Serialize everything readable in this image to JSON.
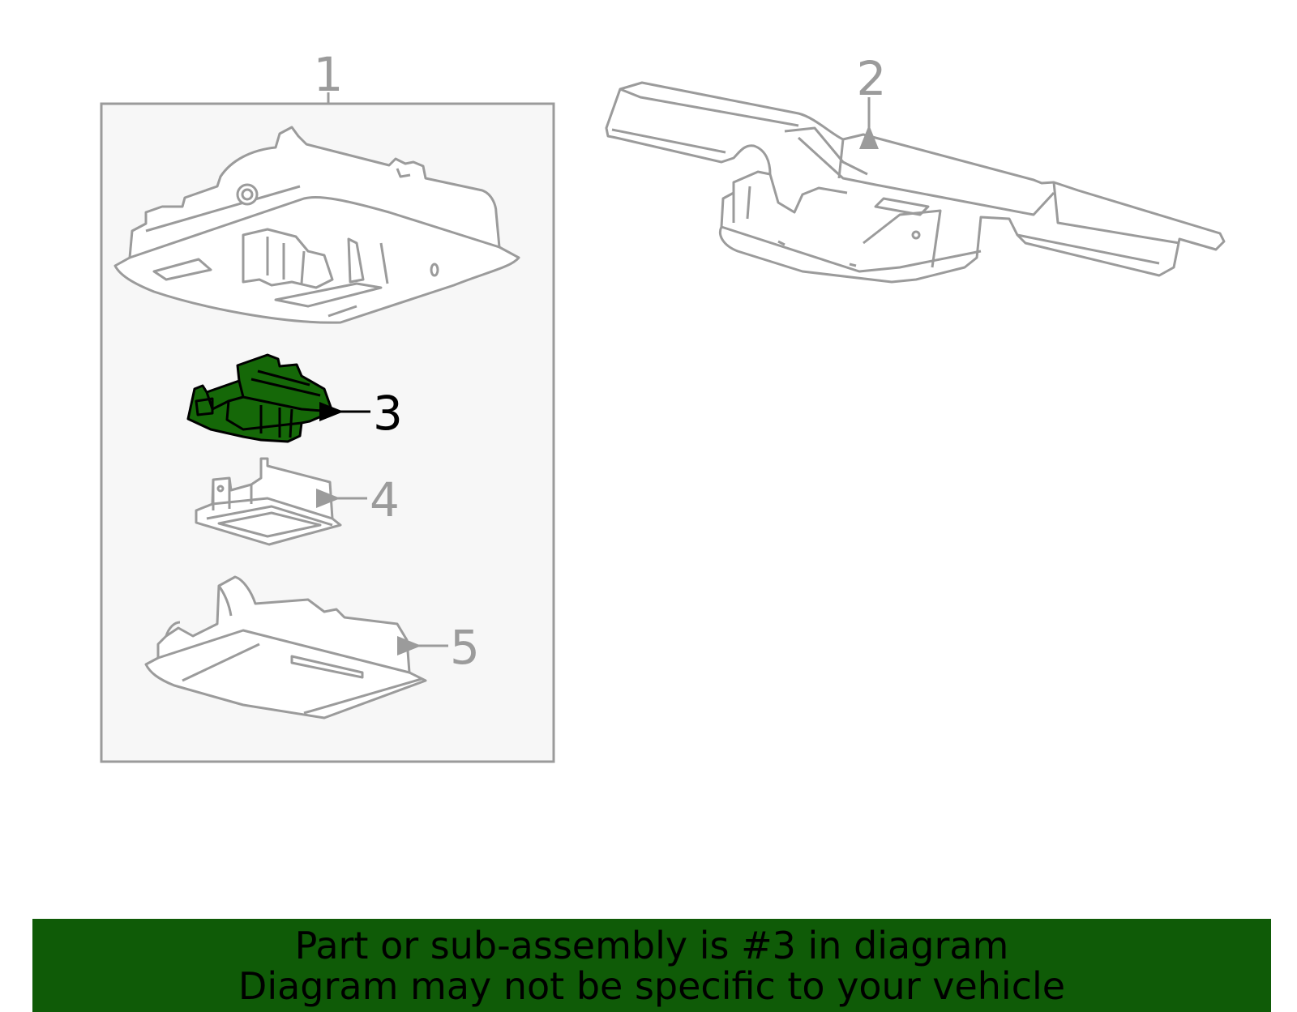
{
  "callouts": {
    "c1": "1",
    "c2": "2",
    "c3": "3",
    "c4": "4",
    "c5": "5"
  },
  "highlighted_part": "3",
  "colors": {
    "outline": "#9b9b9b",
    "highlight_fill": "#156808",
    "highlight_stroke": "#000000",
    "box_fill": "#f7f7f7",
    "banner_bg": "#0f5b07",
    "banner_text": "#000000"
  },
  "banner": {
    "line1": "Part or sub-assembly is #3 in diagram",
    "line2": "Diagram may not be specific to your vehicle"
  }
}
